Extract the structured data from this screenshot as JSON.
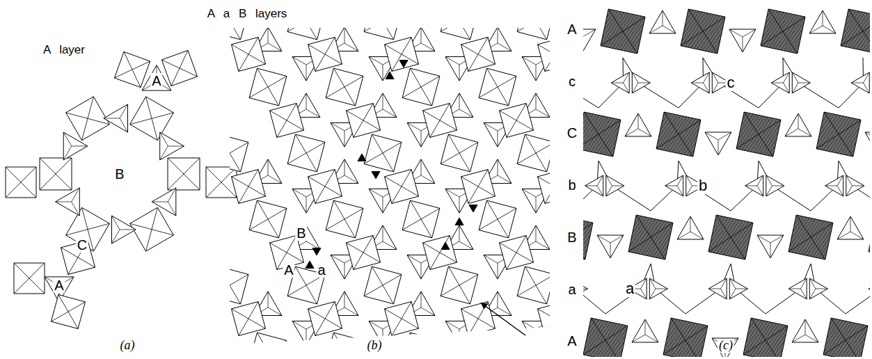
{
  "diagram": {
    "labels": [
      "A layer",
      "A",
      "B",
      "C",
      "A",
      "(a)",
      "A a B layers",
      "B",
      "A",
      "a",
      "(b)",
      "A",
      "c",
      "C",
      "b",
      "B",
      "a",
      "A",
      "c",
      "b",
      "a",
      "(c)"
    ]
  }
}
